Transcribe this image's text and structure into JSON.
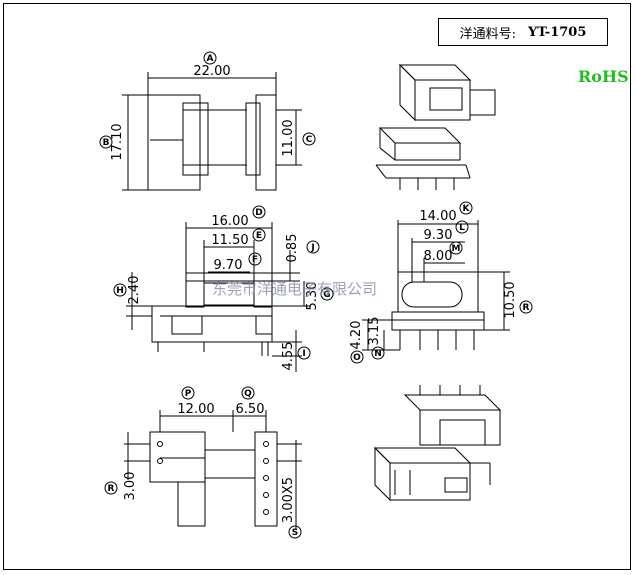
{
  "header": {
    "part_label": "洋通料号:",
    "part_number": "YT-1705"
  },
  "badge": {
    "rohs": "RoHS"
  },
  "watermark": "东莞市洋通电子有限公司",
  "dimensions": {
    "A": "22.00",
    "B": "17.10",
    "C": "11.00",
    "D": "16.00",
    "E": "11.50",
    "F": "9.70",
    "J": "0.85",
    "G": "5.30",
    "H": "2.40",
    "I": "4.55",
    "K": "14.00",
    "L": "9.30",
    "M": "8.00",
    "R": "10.50",
    "O": "4.20",
    "N": "3.15",
    "P": "12.00",
    "Q": "6.50",
    "R2": "3.00",
    "S": "3.00X5"
  },
  "labels": {
    "A": "A",
    "B": "B",
    "C": "C",
    "D": "D",
    "E": "E",
    "F": "F",
    "G": "G",
    "H": "H",
    "I": "I",
    "J": "J",
    "K": "K",
    "L": "L",
    "M": "M",
    "N": "N",
    "O": "O",
    "P": "P",
    "Q": "Q",
    "R": "R",
    "S": "S"
  }
}
